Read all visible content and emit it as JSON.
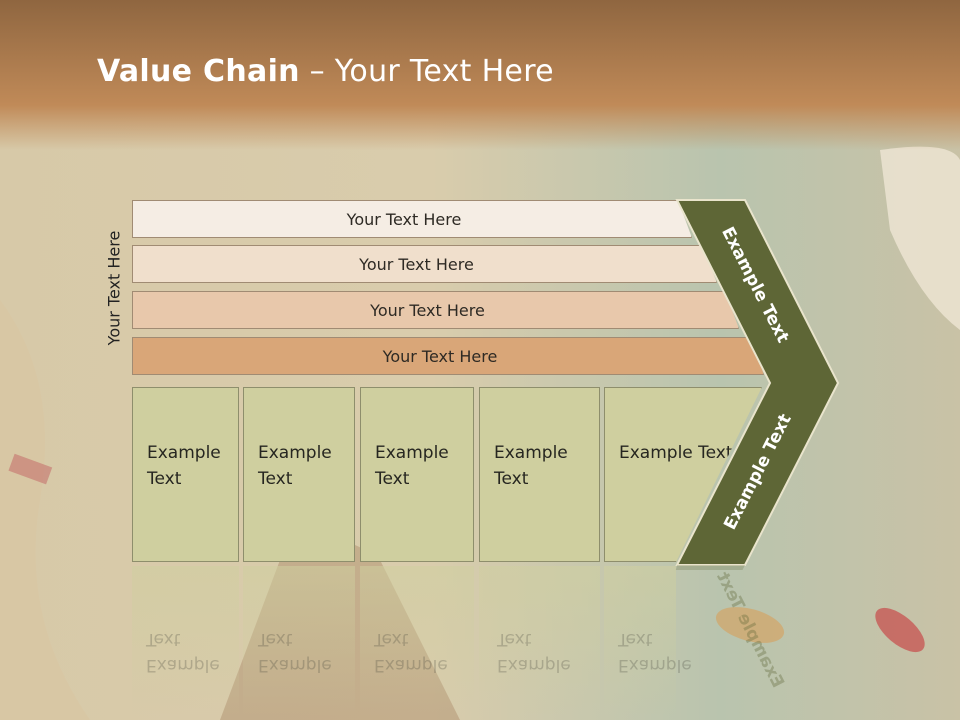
{
  "slide": {
    "title_bold": "Value Chain",
    "title_rest": " – Your Text Here",
    "side_label": "Your Text Here"
  },
  "rows": [
    "Your Text Here",
    "Your Text Here",
    "Your Text Here",
    "Your Text Here"
  ],
  "boxes": [
    "Example Text",
    "Example Text",
    "Example Text",
    "Example Text",
    "Example Text"
  ],
  "chevron": {
    "top_label": "Example Text",
    "bottom_label": "Example Text"
  },
  "colors": {
    "row1": "#f5ede4",
    "row2": "#f0dfcc",
    "row3": "#e8c8ab",
    "row4": "#d9a678",
    "box": "#cfcf9f",
    "chevron": "#5e6636",
    "title_bar": "#b07a4a"
  }
}
